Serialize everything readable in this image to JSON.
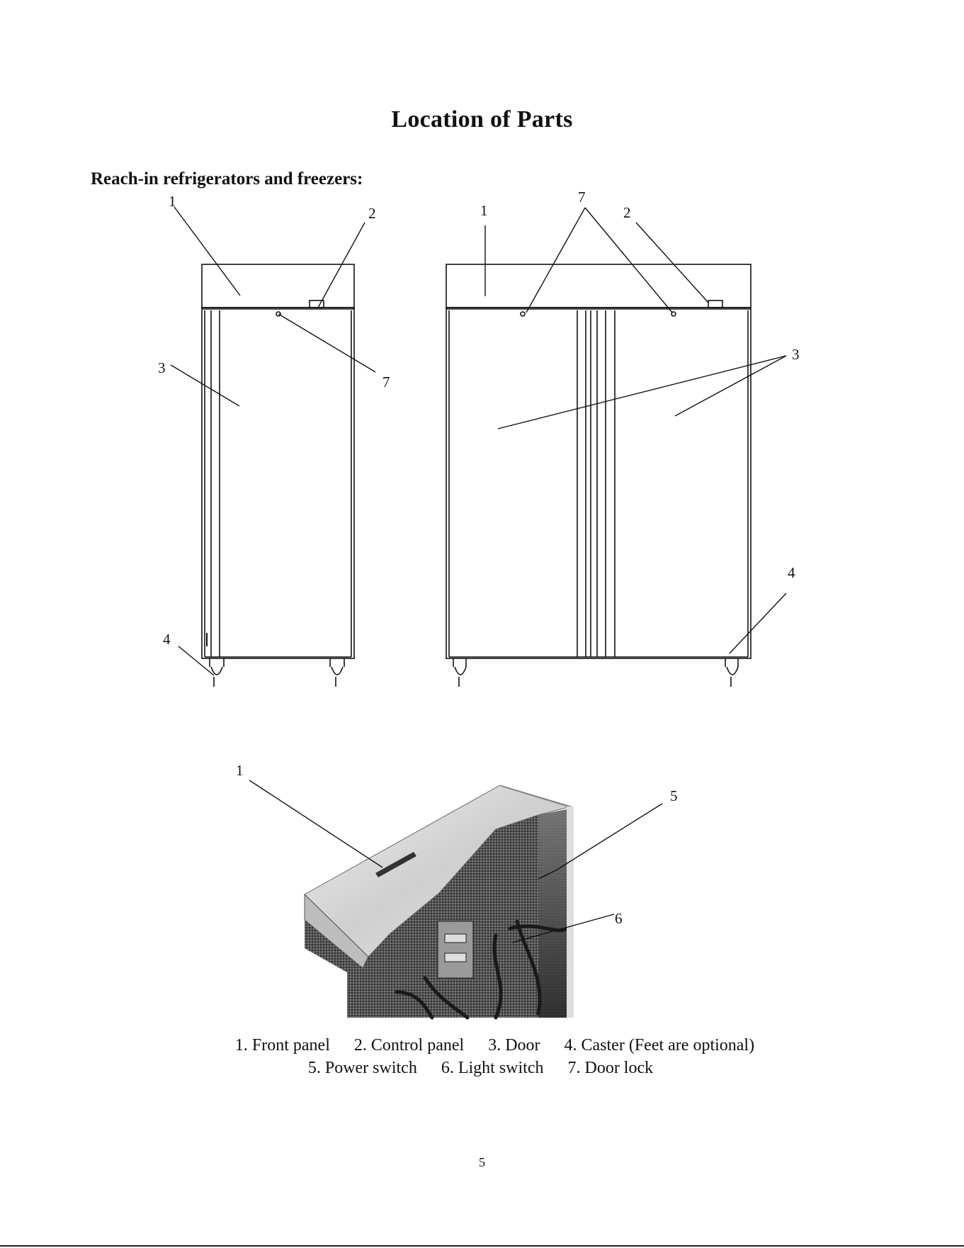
{
  "page": {
    "title": "Location of Parts",
    "section_heading": "Reach-in refrigerators and freezers:",
    "page_number": "5"
  },
  "figures": {
    "single_door": {
      "callouts": [
        "1",
        "2",
        "3",
        "4",
        "7"
      ]
    },
    "double_door": {
      "callouts": [
        "1",
        "7",
        "2",
        "3",
        "4"
      ]
    },
    "photo": {
      "callouts": [
        "1",
        "5",
        "6"
      ]
    }
  },
  "legend": {
    "line1": [
      "1. Front panel",
      "2. Control panel",
      "3. Door",
      "4. Caster (Feet are optional)"
    ],
    "line2": [
      "5. Power switch",
      "6. Light switch",
      "7. Door lock"
    ]
  }
}
